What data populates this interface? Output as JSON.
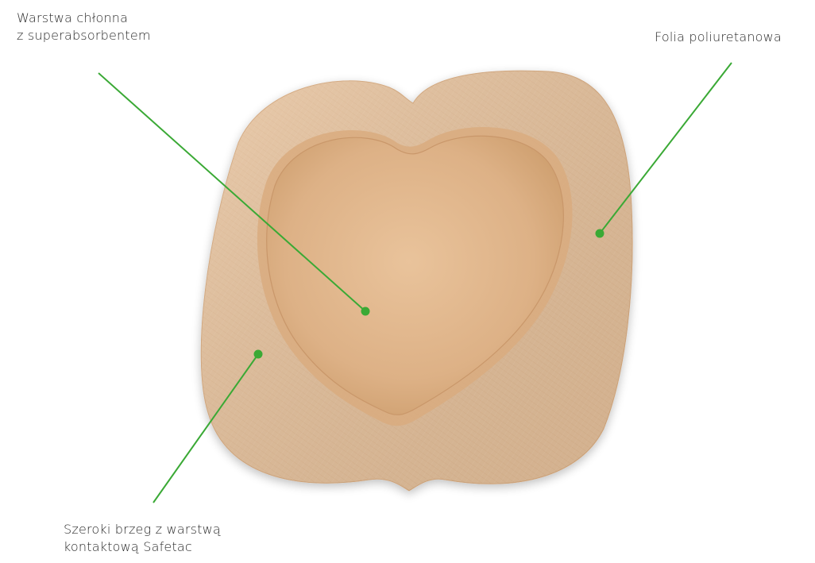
{
  "labels": {
    "absorbent_layer": {
      "line1": "Warstwa chłonna",
      "line2": "z superabsorbentem"
    },
    "film": {
      "line1": "Folia poliuretanowa"
    },
    "border": {
      "line1": "Szeroki brzeg z warstwą",
      "line2": "kontaktową Safetac"
    }
  },
  "colors": {
    "leader_line": "#3aa935",
    "border_fill": "#e6bf98",
    "pad_fill": "#e1b68b",
    "background": "#ffffff",
    "text": "#2b2b2b"
  }
}
